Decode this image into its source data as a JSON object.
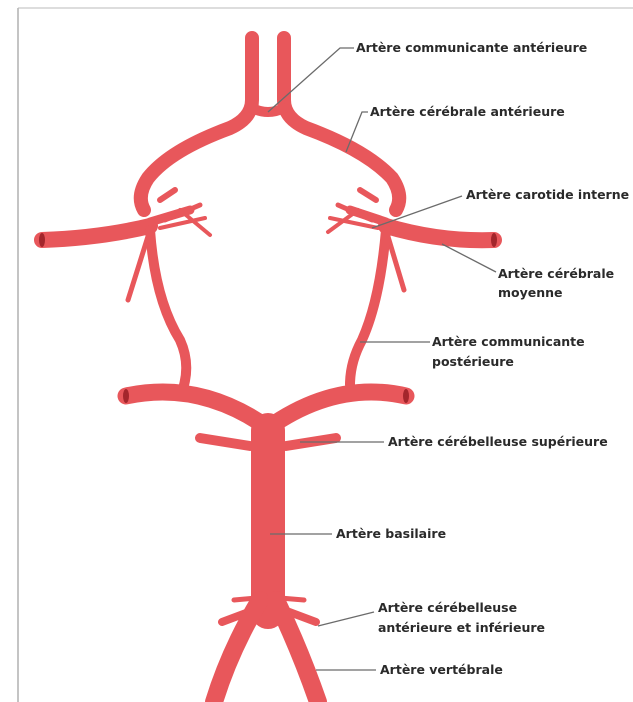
{
  "diagram": {
    "artery_color": "#e8575b",
    "artery_dark": "#c93a40",
    "artery_highlight": "#f5a3a3",
    "labels": [
      {
        "id": "acom",
        "lines": [
          "Artère communicante antérieure"
        ]
      },
      {
        "id": "aca",
        "lines": [
          "Artère cérébrale antérieure"
        ]
      },
      {
        "id": "ica",
        "lines": [
          "Artère carotide interne"
        ]
      },
      {
        "id": "mca",
        "lines": [
          "Artère cérébrale",
          "moyenne"
        ]
      },
      {
        "id": "pcom",
        "lines": [
          "Artère communicante",
          "postérieure"
        ]
      },
      {
        "id": "sca",
        "lines": [
          "Artère cérébelleuse supérieure"
        ]
      },
      {
        "id": "basilar",
        "lines": [
          "Artère basilaire"
        ]
      },
      {
        "id": "aica",
        "lines": [
          "Artère cérébelleuse",
          "antérieure et inférieure"
        ]
      },
      {
        "id": "vertebral",
        "lines": [
          "Artère vertébrale"
        ]
      }
    ]
  }
}
